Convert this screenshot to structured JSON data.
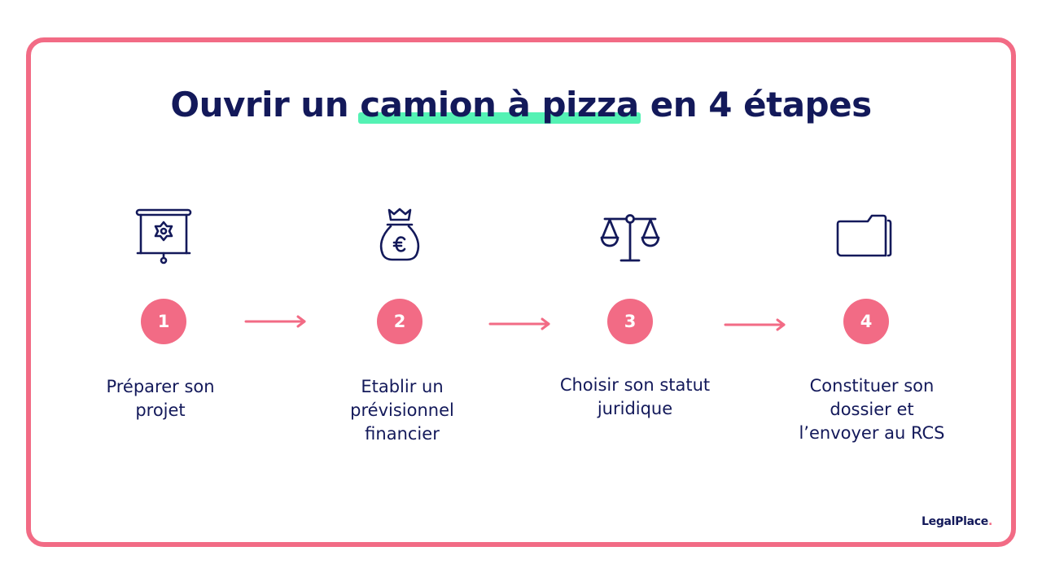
{
  "title": {
    "before": "Ouvrir un ",
    "highlight": "camion à pizza",
    "after": " en 4 étapes"
  },
  "colors": {
    "navy": "#13195a",
    "pink": "#f26b85",
    "green_highlight": "#54f2b4"
  },
  "steps": [
    {
      "number": "1",
      "icon": "presentation-board-gear-icon",
      "label": "Préparer son projet"
    },
    {
      "number": "2",
      "icon": "money-bag-euro-icon",
      "label": "Etablir un prévisionnel financier"
    },
    {
      "number": "3",
      "icon": "scales-of-justice-icon",
      "label": "Choisir son statut juridique"
    },
    {
      "number": "4",
      "icon": "folder-icon",
      "label": "Constituer son dossier et l’envoyer au RCS"
    }
  ],
  "logo": {
    "text": "LegalPlace",
    "dot": "."
  }
}
